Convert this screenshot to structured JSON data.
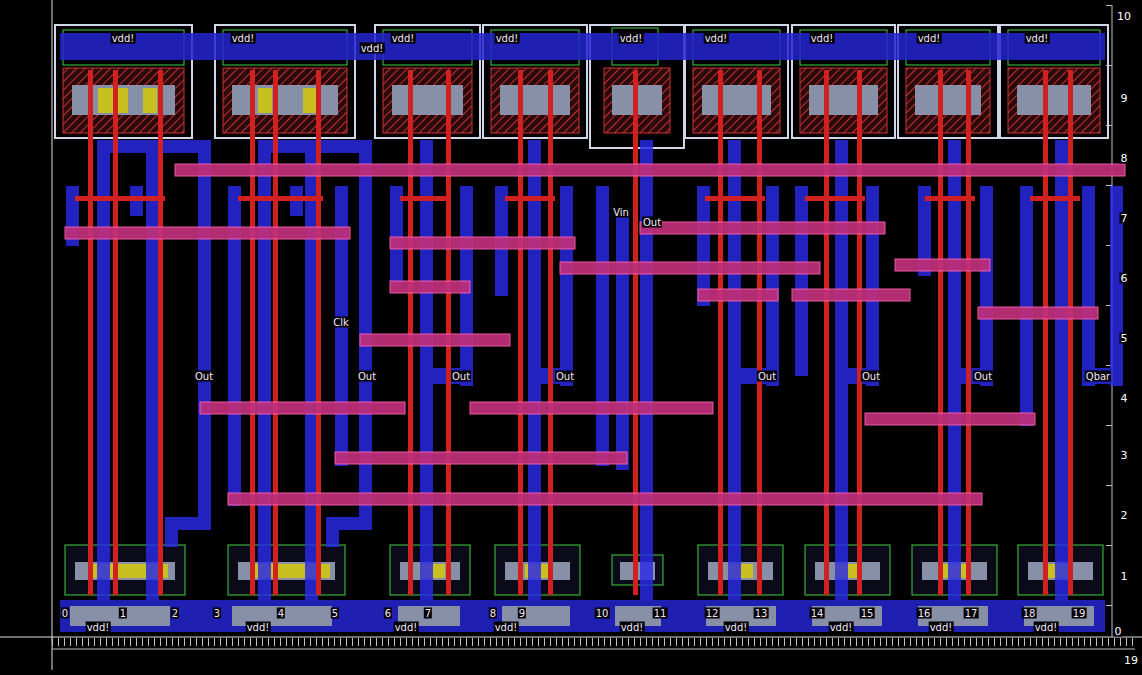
{
  "diagram": {
    "labels": [
      "vdd!",
      "vdd!",
      "vdd!",
      "vdd!",
      "vdd!",
      "vdd!",
      "vdd!",
      "vdd!",
      "vdd!",
      "vdd!",
      "Clk",
      "Vin",
      "Out",
      "Out",
      "Out",
      "Out",
      "Out",
      "Out",
      "Out",
      "Out",
      "Qbar",
      "0",
      "1",
      "2",
      "3",
      "4",
      "5",
      "6",
      "7",
      "8",
      "9",
      "10",
      "11",
      "12",
      "13",
      "14",
      "15",
      "16",
      "17",
      "18",
      "19",
      "vdd!",
      "vdd!",
      "vdd!",
      "vdd!",
      "vdd!",
      "vdd!",
      "vdd!",
      "vdd!",
      "vdd!",
      "10",
      "9",
      "8",
      "7",
      "6",
      "5",
      "4",
      "3",
      "2",
      "1",
      "0",
      "19"
    ]
  }
}
